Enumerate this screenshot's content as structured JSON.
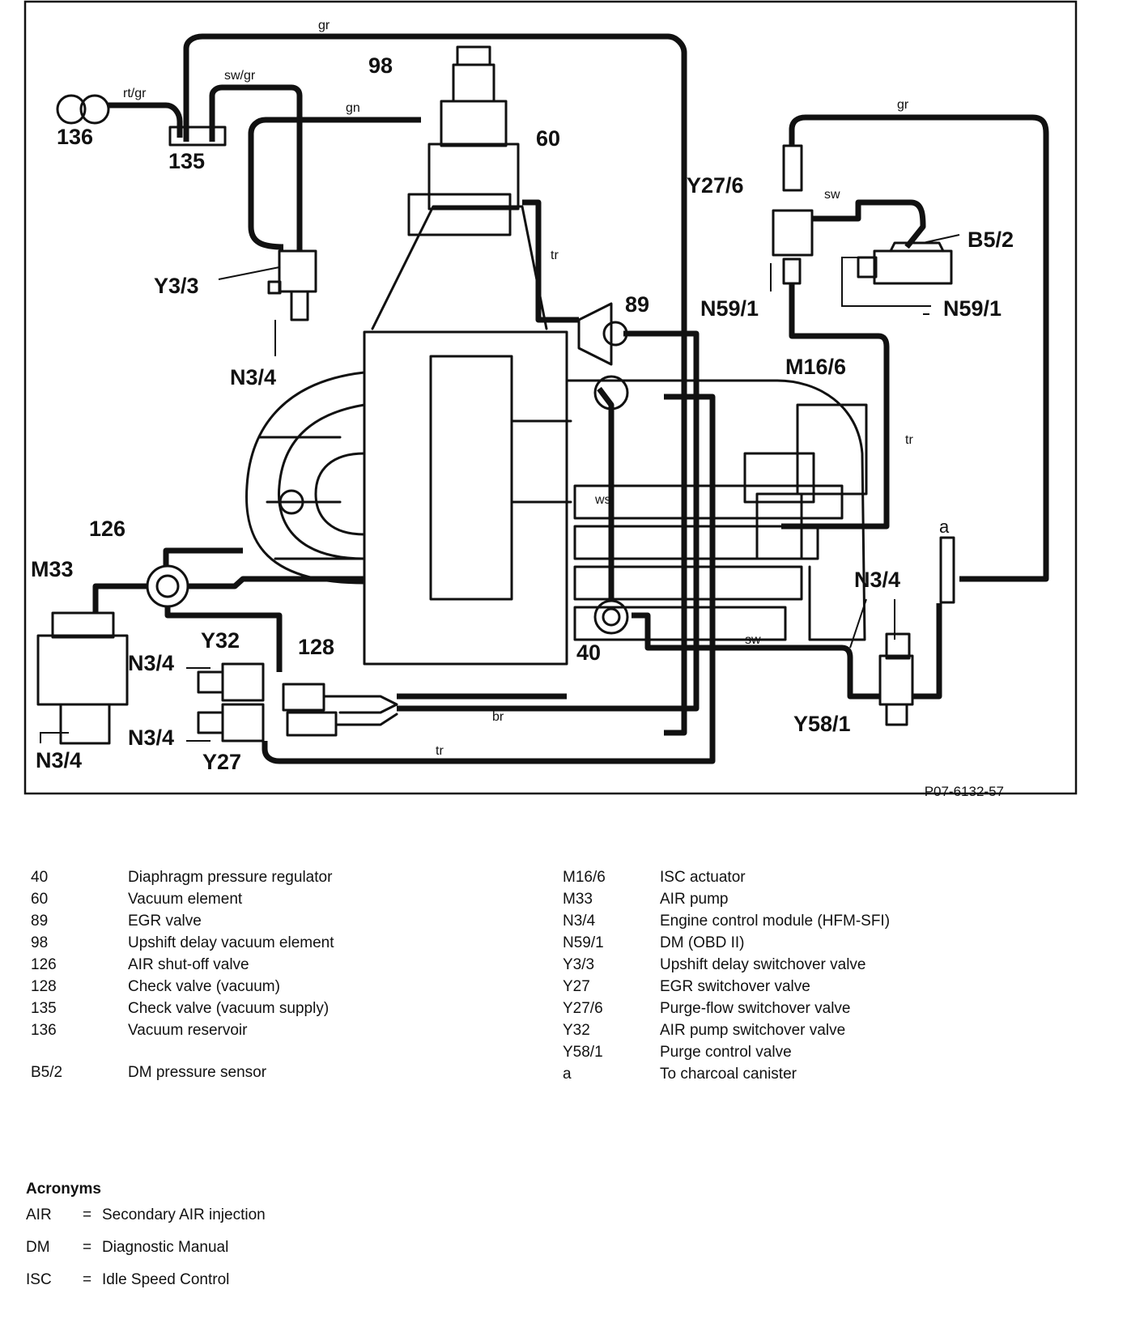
{
  "figure_id": "P07-6132-57",
  "diagram": {
    "components": {
      "c136": "136",
      "c135": "135",
      "c98": "98",
      "c60": "60",
      "c89": "89",
      "y276": "Y27/6",
      "b52": "B5/2",
      "n591_a": "N59/1",
      "n591_b": "N59/1",
      "y33": "Y3/3",
      "n34_top": "N3/4",
      "m166": "M16/6",
      "c126": "126",
      "m33": "M33",
      "y32": "Y32",
      "c128": "128",
      "n34_a": "N3/4",
      "n34_b": "N3/4",
      "n34_c": "N3/4",
      "y27": "Y27",
      "c40": "40",
      "n34_right": "N3/4",
      "a": "a",
      "y581": "Y58/1"
    },
    "hoses": {
      "gr_top": "gr",
      "rtgr": "rt/gr",
      "swgr": "sw/gr",
      "gn": "gn",
      "tr_vert": "tr",
      "gr_right": "gr",
      "sw_y276": "sw",
      "tr_right": "tr",
      "ws": "ws",
      "sw_bottom": "sw",
      "br": "br",
      "tr_bottom": "tr"
    }
  },
  "legend_left": [
    {
      "code": "40",
      "desc": "Diaphragm pressure regulator"
    },
    {
      "code": "60",
      "desc": "Vacuum element"
    },
    {
      "code": "89",
      "desc": "EGR valve"
    },
    {
      "code": "98",
      "desc": "Upshift delay vacuum element"
    },
    {
      "code": "126",
      "desc": "AIR shut-off valve"
    },
    {
      "code": "128",
      "desc": "Check valve (vacuum)"
    },
    {
      "code": "135",
      "desc": "Check valve (vacuum supply)"
    },
    {
      "code": "136",
      "desc": "Vacuum reservoir"
    },
    {
      "code": "B5/2",
      "desc": "DM pressure sensor"
    }
  ],
  "legend_right": [
    {
      "code": "M16/6",
      "desc": "ISC actuator"
    },
    {
      "code": "M33",
      "desc": "AIR pump"
    },
    {
      "code": "N3/4",
      "desc": "Engine control module (HFM-SFI)"
    },
    {
      "code": "N59/1",
      "desc": "DM (OBD II)"
    },
    {
      "code": "Y3/3",
      "desc": "Upshift delay switchover valve"
    },
    {
      "code": "Y27",
      "desc": "EGR switchover valve"
    },
    {
      "code": "Y27/6",
      "desc": "Purge-flow switchover valve"
    },
    {
      "code": "Y32",
      "desc": "AIR pump switchover valve"
    },
    {
      "code": "Y58/1",
      "desc": "Purge control valve"
    },
    {
      "code": "a",
      "desc": "To charcoal canister"
    }
  ],
  "acronyms": {
    "title": "Acronyms",
    "items": [
      {
        "abbr": "AIR",
        "eq": "=",
        "desc": "Secondary AIR injection"
      },
      {
        "abbr": "DM",
        "eq": "=",
        "desc": "Diagnostic Manual"
      },
      {
        "abbr": "ISC",
        "eq": "=",
        "desc": "Idle Speed Control"
      }
    ]
  }
}
